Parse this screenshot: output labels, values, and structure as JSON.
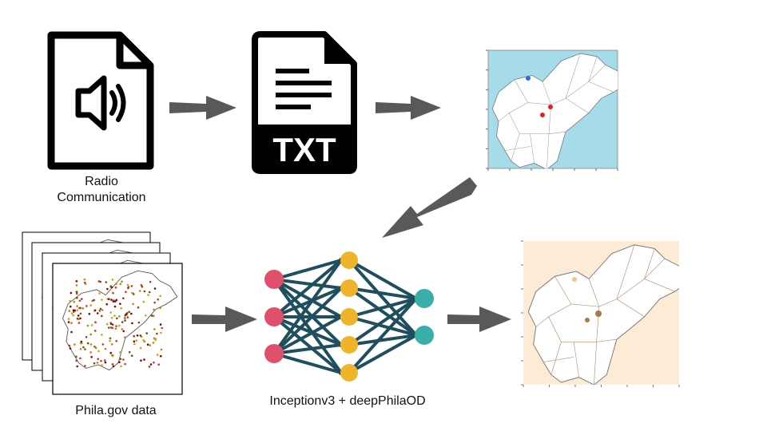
{
  "labels": {
    "radio_line1": "Radio",
    "radio_line2": "Communication",
    "txt": "TXT",
    "phila": "Phila.gov data",
    "model": "Inceptionv3 + deepPhilaOD"
  },
  "colors": {
    "arrow": "#595959",
    "icon": "#000000",
    "map_water": "#a6dcea",
    "map_land": "#ffffff",
    "output_bg": "#fdebd6",
    "input_node": "#e0506a",
    "hidden_node": "#f0b42a",
    "output_node": "#3aaea8",
    "edge": "#1f4f5f",
    "marker_blue": "#2b6fd6",
    "marker_red": "#e2231a",
    "marker_tan": "#f2c68a",
    "marker_brown": "#a87a4a"
  },
  "network": {
    "layers": [
      3,
      5,
      2
    ]
  }
}
